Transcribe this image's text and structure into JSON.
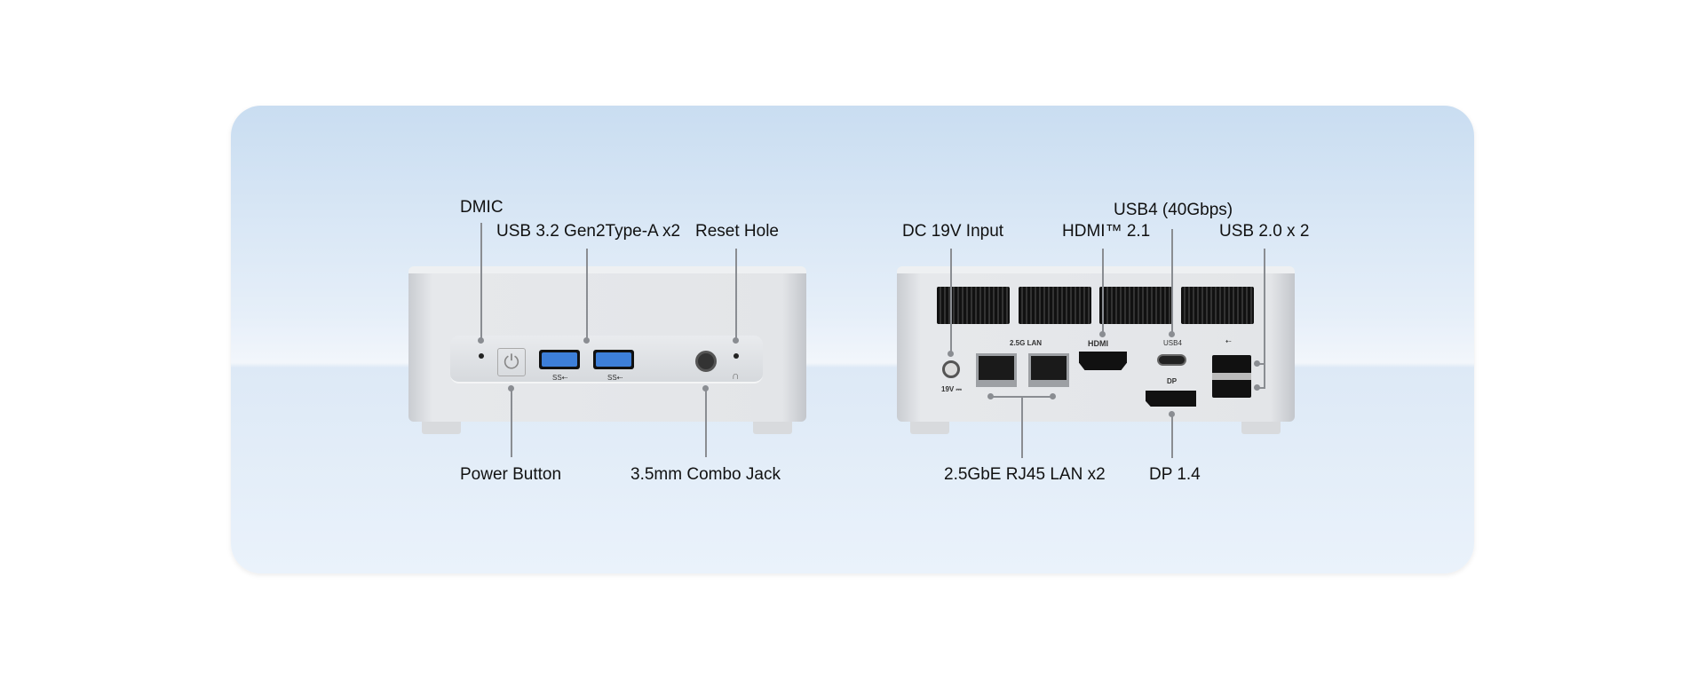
{
  "labels": {
    "dmic": "DMIC",
    "usb32": "USB 3.2 Gen2Type-A x2",
    "reset": "Reset Hole",
    "power": "Power Button",
    "jack": "3.5mm Combo Jack",
    "dc": "DC 19V Input",
    "hdmi": "HDMI™ 2.1",
    "usb4": "USB4 (40Gbps)",
    "usb20": "USB 2.0 x 2",
    "lan": "2.5GbE RJ45 LAN x2",
    "dp": "DP 1.4"
  },
  "port_markings": {
    "lan": "2.5G LAN",
    "hdmi": "HDMI",
    "usb4": "USB4",
    "dp": "DP",
    "dc": "19V ⎓",
    "ss": "SS⇠"
  }
}
